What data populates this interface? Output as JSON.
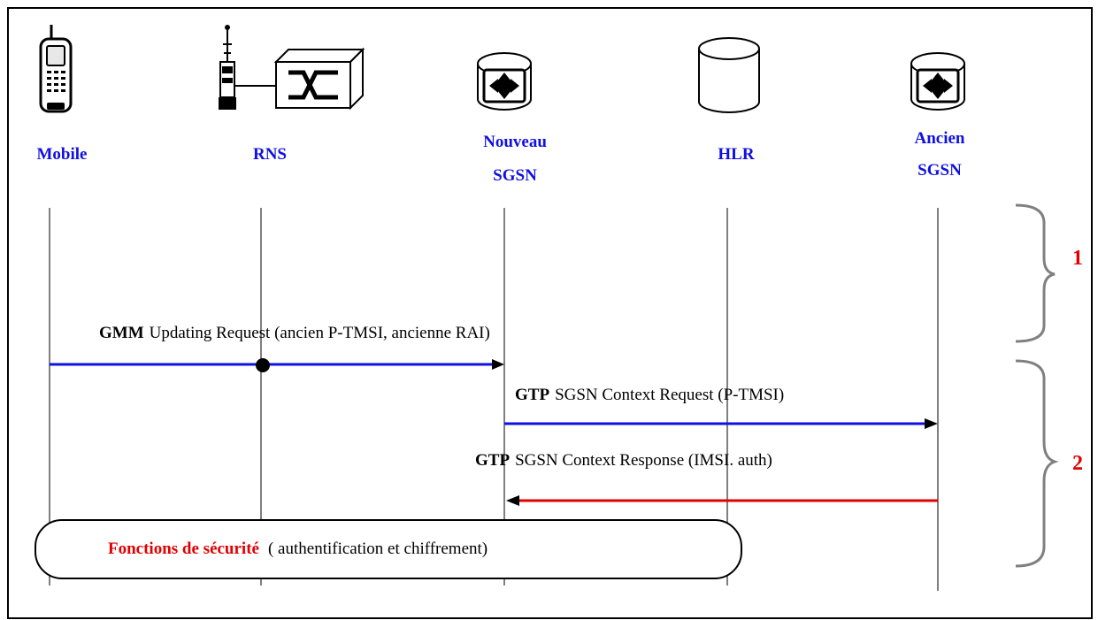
{
  "entities": [
    {
      "id": "mobile",
      "label_lines": [
        "Mobile"
      ],
      "icon": "mobile-phone-icon"
    },
    {
      "id": "rns",
      "label_lines": [
        "RNS"
      ],
      "icon": "rns-antenna-switch-icon"
    },
    {
      "id": "new-sgsn",
      "label_lines": [
        "Nouveau",
        "SGSN"
      ],
      "icon": "sgsn-router-icon"
    },
    {
      "id": "hlr",
      "label_lines": [
        "HLR"
      ],
      "icon": "hlr-database-icon"
    },
    {
      "id": "old-sgsn",
      "label_lines": [
        "Ancien",
        "SGSN"
      ],
      "icon": "sgsn-router-icon"
    }
  ],
  "messages": [
    {
      "id": "gmm-updating-request",
      "from": "mobile",
      "to": "new-sgsn",
      "via": "rns",
      "protocol": "GMM",
      "text": "Updating Request (ancien P-TMSI, ancienne RAI)",
      "color": "#1010e0"
    },
    {
      "id": "gtp-context-request",
      "from": "new-sgsn",
      "to": "old-sgsn",
      "protocol": "GTP",
      "text": "SGSN Context Request (P-TMSI)",
      "color": "#1010e0"
    },
    {
      "id": "gtp-context-response",
      "from": "old-sgsn",
      "to": "new-sgsn",
      "protocol": "GTP",
      "text": "SGSN Context Response (IMSI. auth)",
      "color": "#e00000"
    }
  ],
  "security_box": {
    "title": "Fonctions de sécurité",
    "detail": "( authentification et chiffrement)"
  },
  "phases": [
    "1",
    "2"
  ],
  "colors": {
    "entity_label": "#1010e0",
    "phase_label": "#e00000",
    "request_arrow": "#1010e0",
    "response_arrow": "#e00000"
  }
}
